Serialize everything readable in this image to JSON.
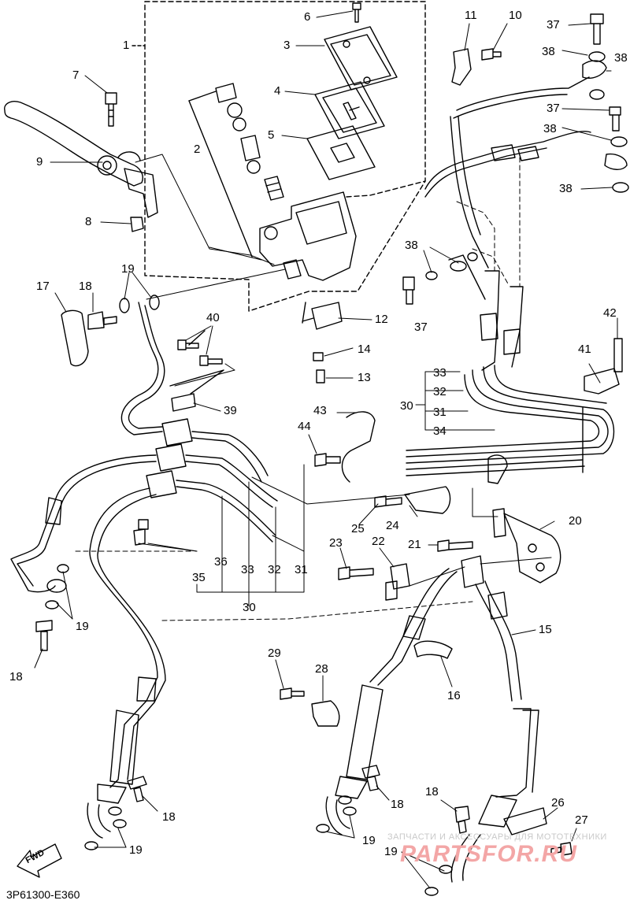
{
  "diagram": {
    "code": "3P61300-E360",
    "fwd_label": "FWD",
    "watermark_small": "ЗАПЧАСТИ И АКСЕССУАРЫ ДЛЯ МОТОТЕХНИКИ",
    "watermark_big": "PARTSFOR.RU",
    "callouts": [
      "1",
      "2",
      "3",
      "4",
      "5",
      "6",
      "7",
      "8",
      "9",
      "10",
      "11",
      "12",
      "13",
      "14",
      "15",
      "16",
      "17",
      "18",
      "19",
      "20",
      "21",
      "22",
      "23",
      "24",
      "25",
      "26",
      "27",
      "28",
      "29",
      "30",
      "31",
      "32",
      "33",
      "34",
      "35",
      "36",
      "37",
      "38",
      "39",
      "40",
      "41",
      "42",
      "43",
      "44"
    ],
    "labels": {
      "l1": "1",
      "l2": "2",
      "l3": "3",
      "l4": "4",
      "l5": "5",
      "l6": "6",
      "l7": "7",
      "l8": "8",
      "l9": "9",
      "l10": "10",
      "l11": "11",
      "l12": "12",
      "l13": "13",
      "l14": "14",
      "l15": "15",
      "l16": "16",
      "l17": "17",
      "l18a": "18",
      "l18b": "18",
      "l18c": "18",
      "l18d": "18",
      "l18e": "18",
      "l19a": "19",
      "l19b": "19",
      "l19c": "19",
      "l19d": "19",
      "l19e": "19",
      "l20": "20",
      "l21": "21",
      "l22": "22",
      "l23": "23",
      "l24": "24",
      "l25": "25",
      "l26": "26",
      "l27": "27",
      "l28": "28",
      "l29": "29",
      "l30a": "30",
      "l30b": "30",
      "l31a": "31",
      "l31b": "31",
      "l32a": "32",
      "l32b": "32",
      "l33a": "33",
      "l33b": "33",
      "l34": "34",
      "l35": "35",
      "l36": "36",
      "l37a": "37",
      "l37b": "37",
      "l37c": "37",
      "l38a": "38",
      "l38b": "38",
      "l38c": "38",
      "l38d": "38",
      "l38e": "38",
      "l39": "39",
      "l40": "40",
      "l41": "41",
      "l42": "42",
      "l43": "43",
      "l44": "44"
    }
  }
}
